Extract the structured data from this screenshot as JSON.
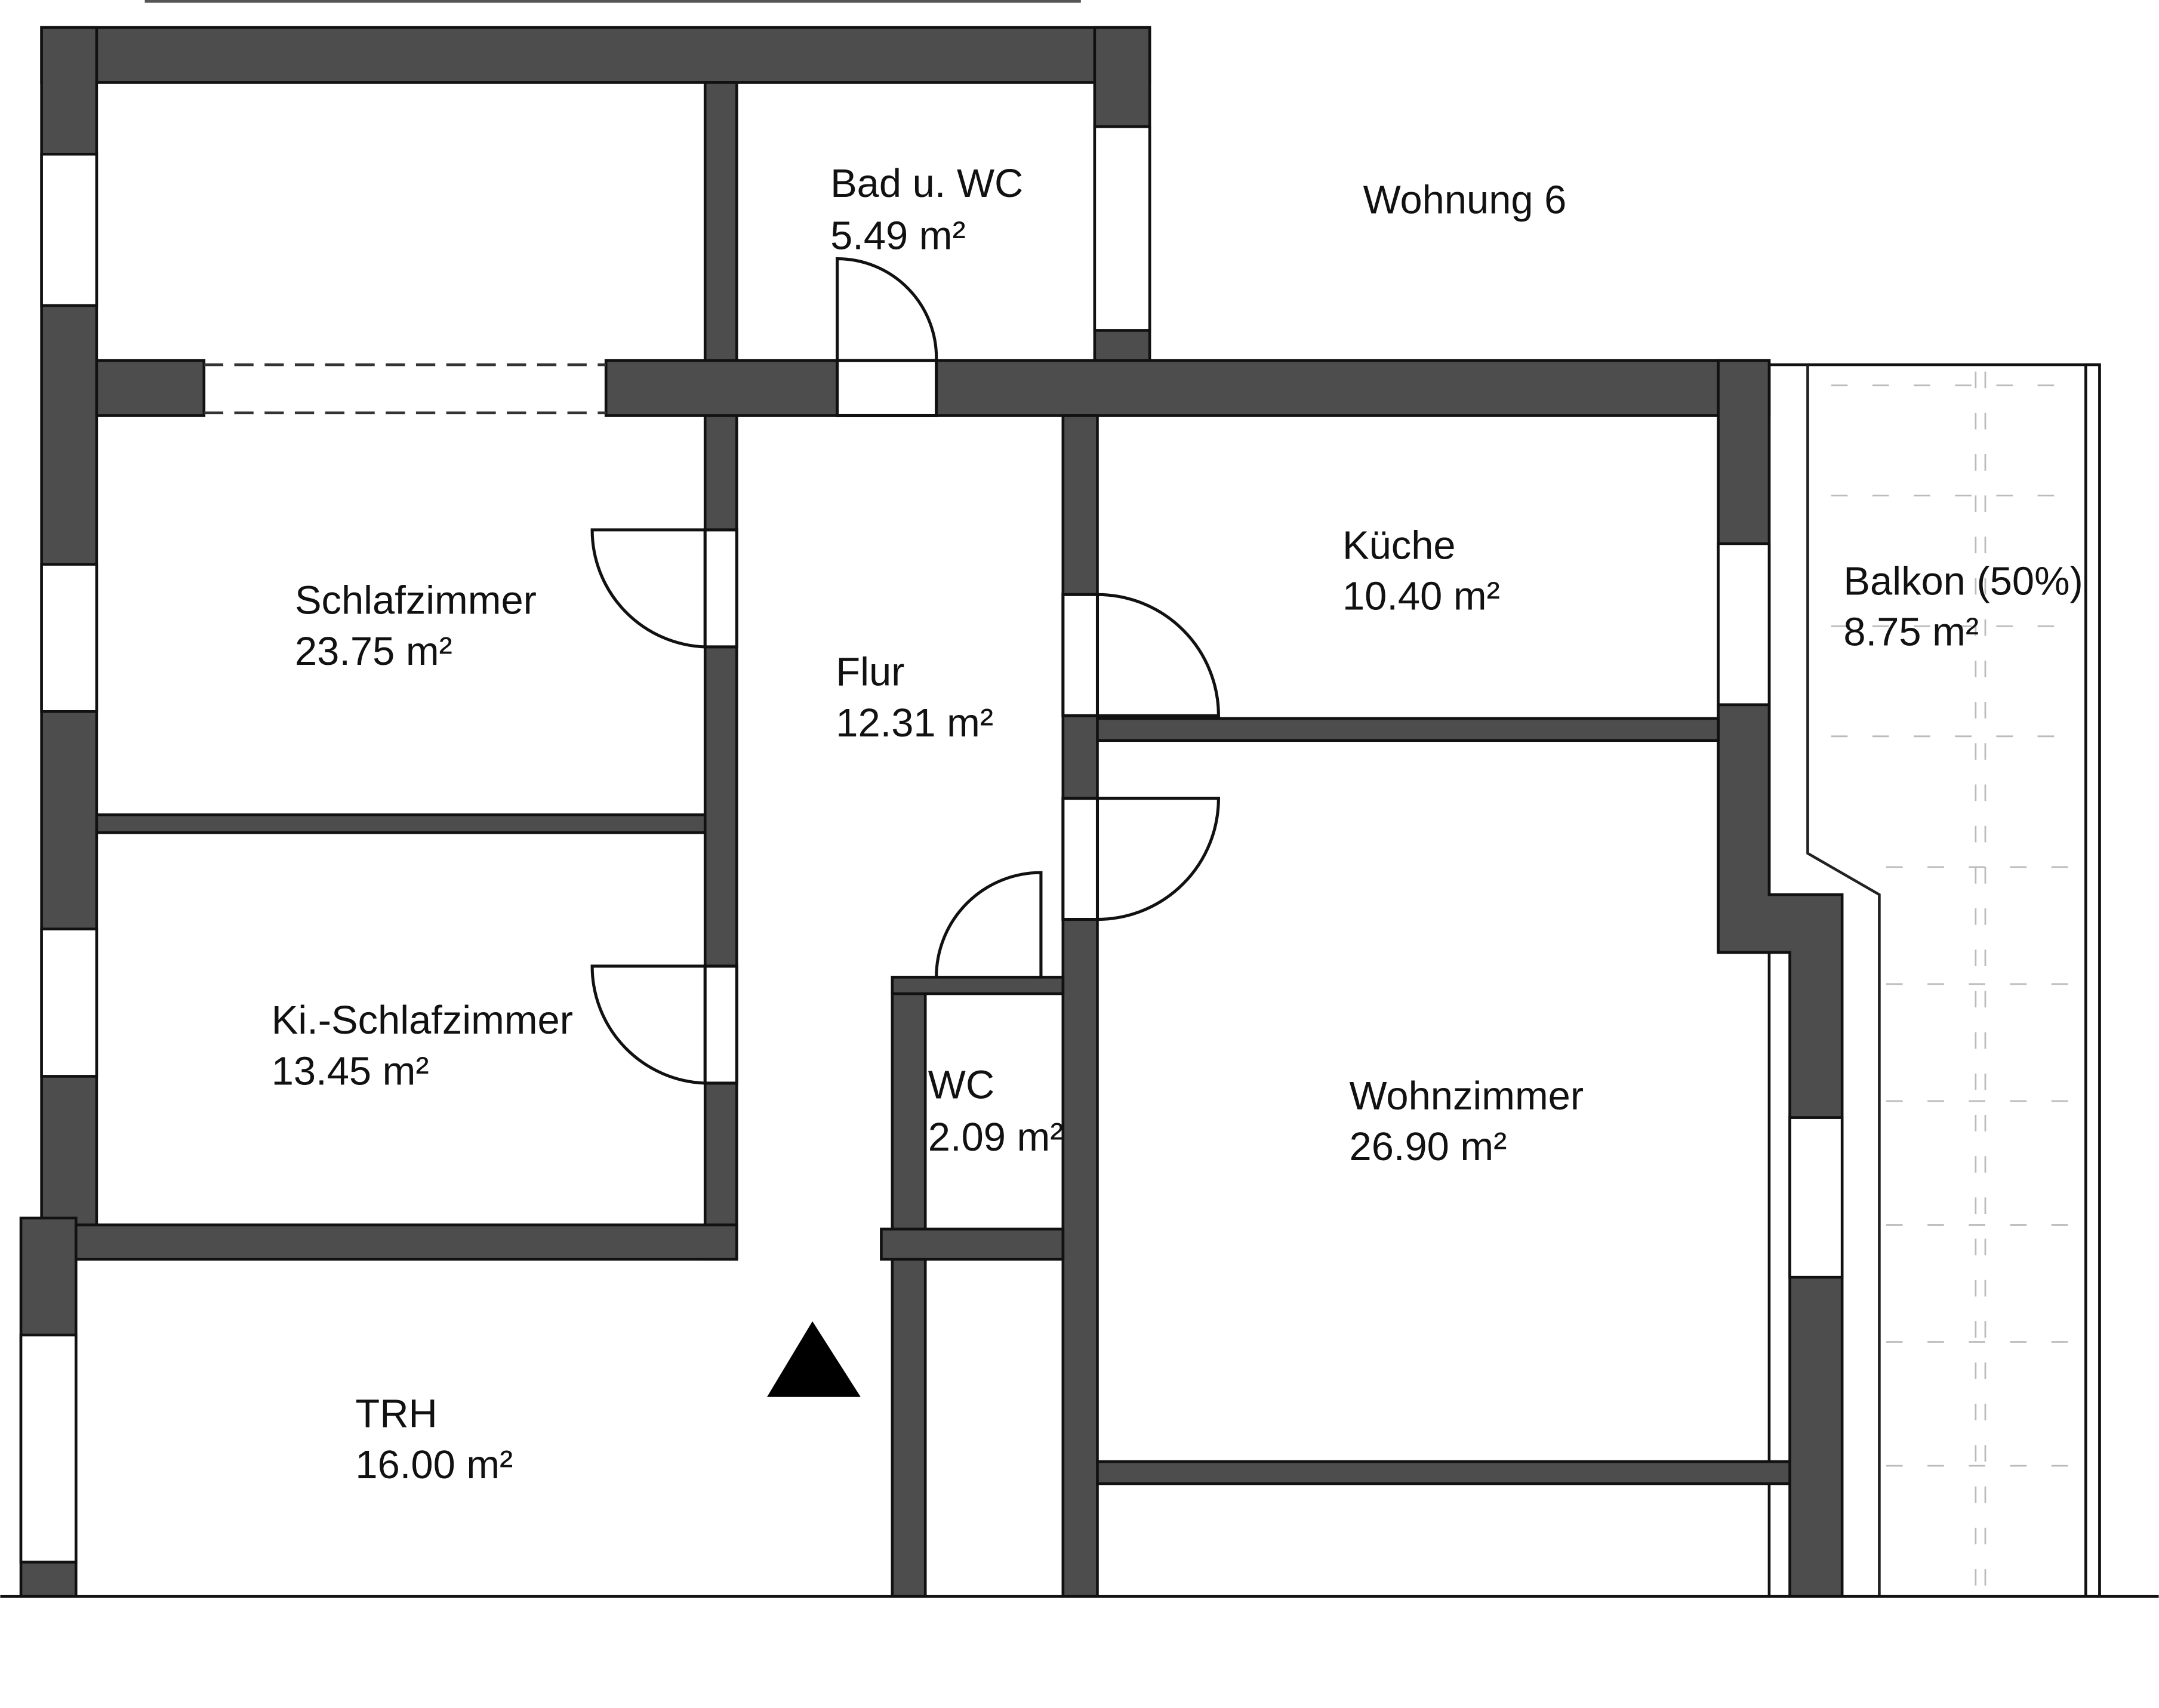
{
  "plan": {
    "title": "Wohnung 6",
    "rooms": [
      {
        "name": "Bad u. WC",
        "area": "5.49 m²"
      },
      {
        "name": "Schlafzimmer",
        "area": "23.75 m²"
      },
      {
        "name": "Flur",
        "area": "12.31 m²"
      },
      {
        "name": "Küche",
        "area": "10.40 m²"
      },
      {
        "name": "Balkon (50%)",
        "area": "8.75 m²"
      },
      {
        "name": "Ki.-Schlafzimmer",
        "area": "13.45 m²"
      },
      {
        "name": "WC",
        "area": "2.09 m²"
      },
      {
        "name": "Wohnzimmer",
        "area": "26.90 m²"
      },
      {
        "name": "TRH",
        "area": "16.00 m²"
      }
    ],
    "colors": {
      "wall": "#4d4d4d",
      "background": "#ffffff"
    }
  }
}
